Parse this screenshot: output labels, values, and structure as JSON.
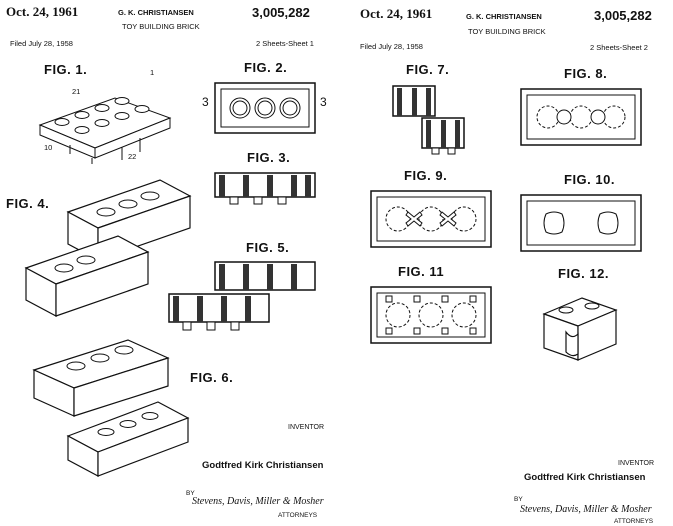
{
  "sheet1": {
    "date": "Oct. 24, 1961",
    "inventor": "G. K. CHRISTIANSEN",
    "patent_number": "3,005,282",
    "title": "TOY BUILDING BRICK",
    "filed": "Filed July 28, 1958",
    "sheets": "2 Sheets-Sheet 1",
    "figures": [
      "FIG. 1.",
      "FIG. 2.",
      "FIG. 3.",
      "FIG. 4.",
      "FIG. 5.",
      "FIG. 6."
    ],
    "inventor_label": "INVENTOR",
    "inventor_name": "Godtfred Kirk Christiansen",
    "by": "BY",
    "signature": "Stevens, Davis, Miller & Mosher",
    "attorneys": "ATTORNEYS"
  },
  "sheet2": {
    "date": "Oct. 24, 1961",
    "inventor": "G. K. CHRISTIANSEN",
    "patent_number": "3,005,282",
    "title": "TOY BUILDING BRICK",
    "filed": "Filed July 28, 1958",
    "sheets": "2 Sheets-Sheet 2",
    "figures": [
      "FIG. 7.",
      "FIG. 8.",
      "FIG. 9.",
      "FIG. 10.",
      "FIG. 11",
      "FIG. 12."
    ],
    "inventor_label": "INVENTOR",
    "inventor_name": "Godtfred Kirk Christiansen",
    "by": "BY",
    "signature": "Stevens, Davis, Miller & Mosher",
    "attorneys": "ATTORNEYS"
  }
}
